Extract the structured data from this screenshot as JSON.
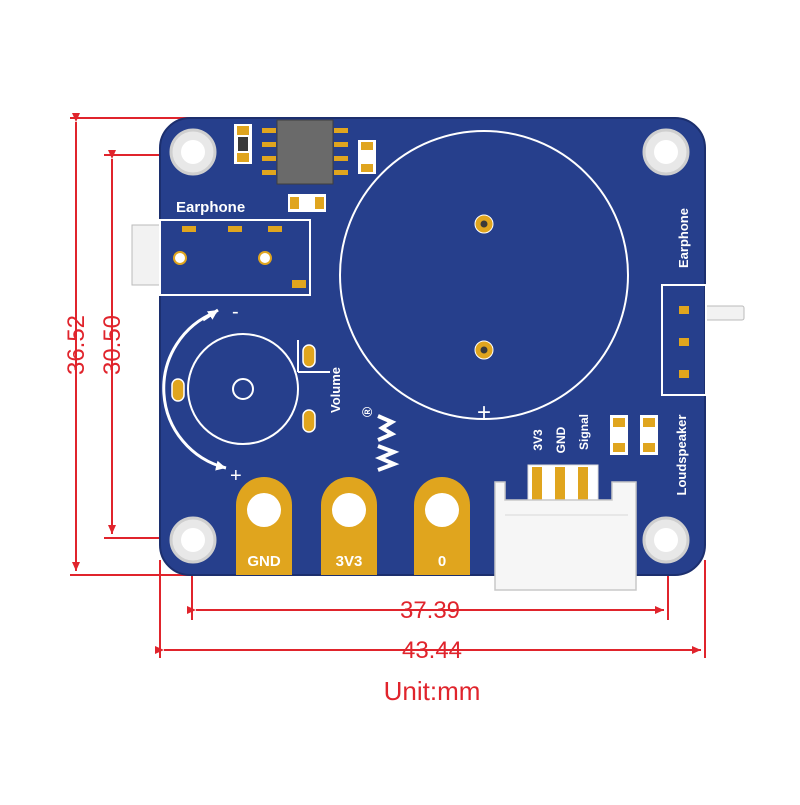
{
  "colors": {
    "pcb": "#263f8c",
    "pcb_edge": "#1c2f6e",
    "silkscreen": "#ffffff",
    "gold": "#e0a51e",
    "dimension": "#e0242c"
  },
  "dimensions": {
    "height_outer": "36.52",
    "height_inner": "30.50",
    "width_inner": "37.39",
    "width_outer": "43.44",
    "unit": "Unit:mm"
  },
  "labels": {
    "earphone_left": "Earphone",
    "earphone_right": "Earphone",
    "volume": "Volume",
    "loudspeaker": "Loudspeaker",
    "pot_minus": "-",
    "pot_plus": "+",
    "speaker_plus": "+",
    "conn_3v3": "3V3",
    "conn_gnd": "GND",
    "conn_signal": "Signal",
    "reg_mark": "®"
  },
  "pads": [
    {
      "label": "GND"
    },
    {
      "label": "3V3"
    },
    {
      "label": "0"
    }
  ],
  "icons": {
    "logo": "waveshare-logo-icon"
  }
}
